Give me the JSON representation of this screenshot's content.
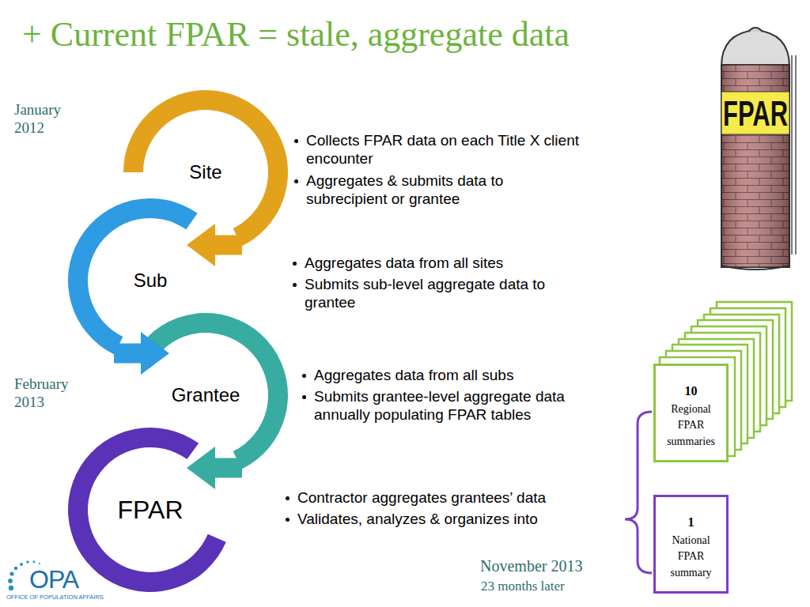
{
  "diagram": {
    "title": "+ Current FPAR = stale, aggregate data",
    "nodes": [
      {
        "text": [
          "Site"
        ]
      },
      {
        "text": [
          "Sub"
        ]
      },
      {
        "text": [
          "Grantee"
        ]
      },
      {
        "text": [
          "FPAR"
        ]
      },
      {
        "text": [
          "10",
          "Regional FPAR summaries"
        ]
      },
      {
        "text": [
          "1",
          "National FPAR summary"
        ]
      }
    ],
    "edges": [
      {
        "from": 0,
        "to": 1,
        "arrow": "to"
      },
      {
        "from": 1,
        "to": 2,
        "arrow": "to"
      },
      {
        "from": 2,
        "to": 3,
        "arrow": "to"
      }
    ],
    "labels": [
      "January 2012",
      "Collects FPAR data on each Title X client encounter",
      "Aggregates & submits data to subrecipient or grantee",
      "Aggregates data from all sites",
      "Submits sub-level aggregate data to grantee",
      "February 2013",
      "Aggregates data from all subs",
      "Submits grantee-level aggregate data annually populating FPAR tables",
      "Contractor aggregates grantees’ data",
      "Validates, analyzes & organizes into",
      "November 2013",
      "23 months later",
      "FPAR",
      "OPA",
      "OFFICE OF POPULATION AFFAIRS"
    ]
  }
}
